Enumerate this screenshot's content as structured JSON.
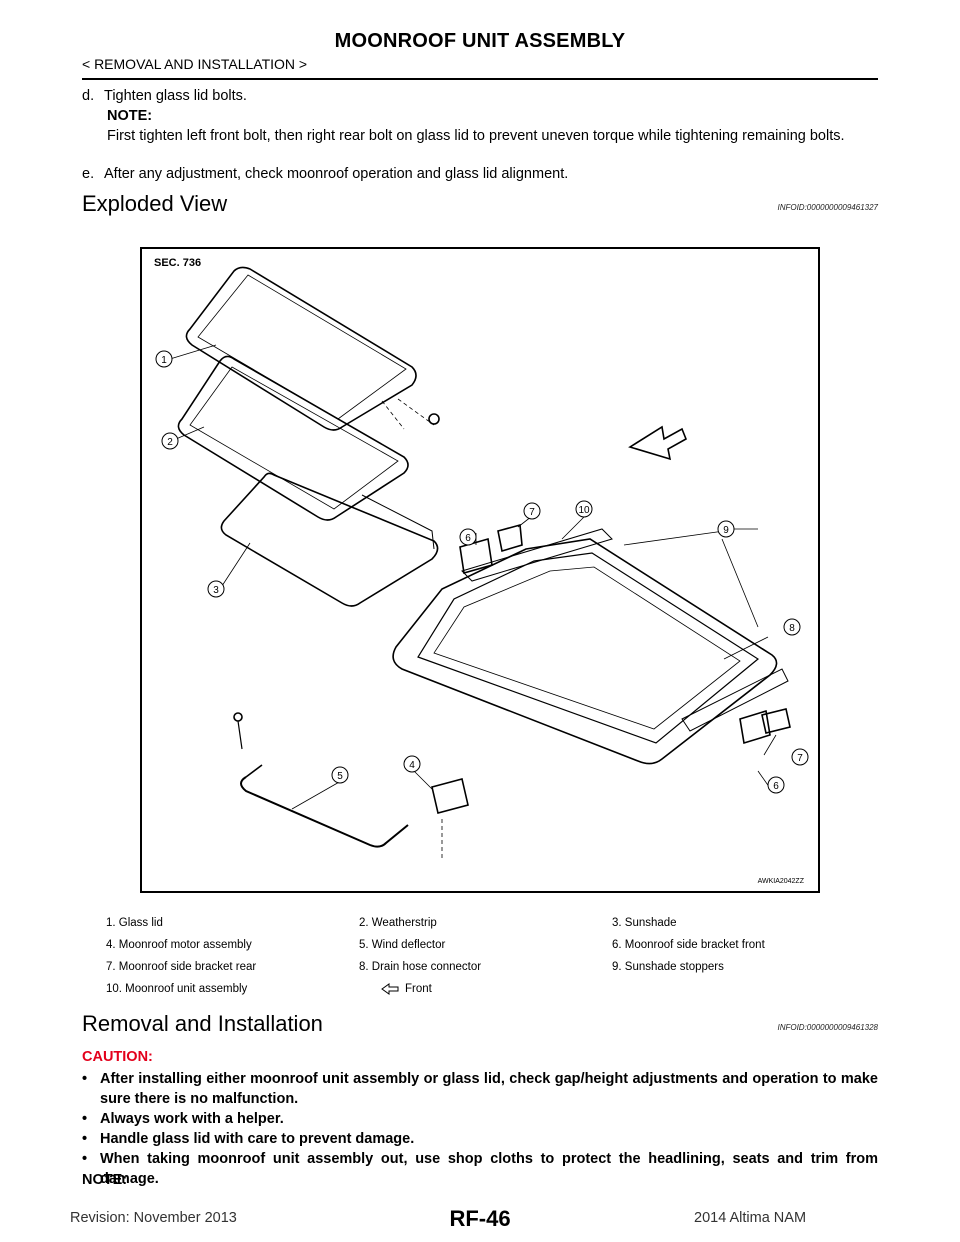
{
  "header": {
    "title": "MOONROOF UNIT ASSEMBLY",
    "breadcrumb": "< REMOVAL AND INSTALLATION >"
  },
  "steps": [
    {
      "marker": "d.",
      "text": "Tighten glass lid bolts."
    },
    {
      "marker": "e.",
      "text": "After any adjustment, check moonroof operation and glass lid alignment."
    }
  ],
  "note1": {
    "label": "NOTE:",
    "text": "First tighten left front bolt, then right rear bolt on glass lid to prevent uneven torque while tightening remaining bolts."
  },
  "exploded_view": {
    "title": "Exploded View",
    "infoid": "INFOID:0000000009461327",
    "sec_label": "SEC. 736",
    "figure_code": "AWKIA2042ZZ",
    "callouts": [
      "1",
      "2",
      "3",
      "4",
      "5",
      "6",
      "7",
      "8",
      "9",
      "10",
      "7",
      "6"
    ]
  },
  "legend": {
    "rows": [
      [
        "1.  Glass lid",
        "2.  Weatherstrip",
        "3.  Sunshade"
      ],
      [
        "4.  Moonroof motor assembly",
        "5.  Wind deflector",
        "6.  Moonroof side bracket front"
      ],
      [
        "7.  Moonroof side bracket rear",
        "8.  Drain hose connector",
        "9.  Sunshade stoppers"
      ]
    ],
    "last_row_item": "10.  Moonroof unit assembly",
    "front_label": "Front"
  },
  "removal": {
    "title": "Removal and Installation",
    "infoid": "INFOID:0000000009461328",
    "caution_label": "CAUTION:",
    "caution_items": [
      "After installing either moonroof unit assembly or glass lid, check gap/height adjustments and operation to make sure there is no malfunction.",
      "Always work with a helper.",
      "Handle glass lid with care to prevent damage.",
      "When taking moonroof unit assembly out, use shop cloths to protect the headlining, seats and trim from damage."
    ],
    "note_label": "NOTE:"
  },
  "footer": {
    "page_number": "RF-46",
    "revision": "Revision: November 2013",
    "model": "2014 Altima NAM"
  },
  "colors": {
    "caution": "#e3001b",
    "text": "#000000"
  }
}
